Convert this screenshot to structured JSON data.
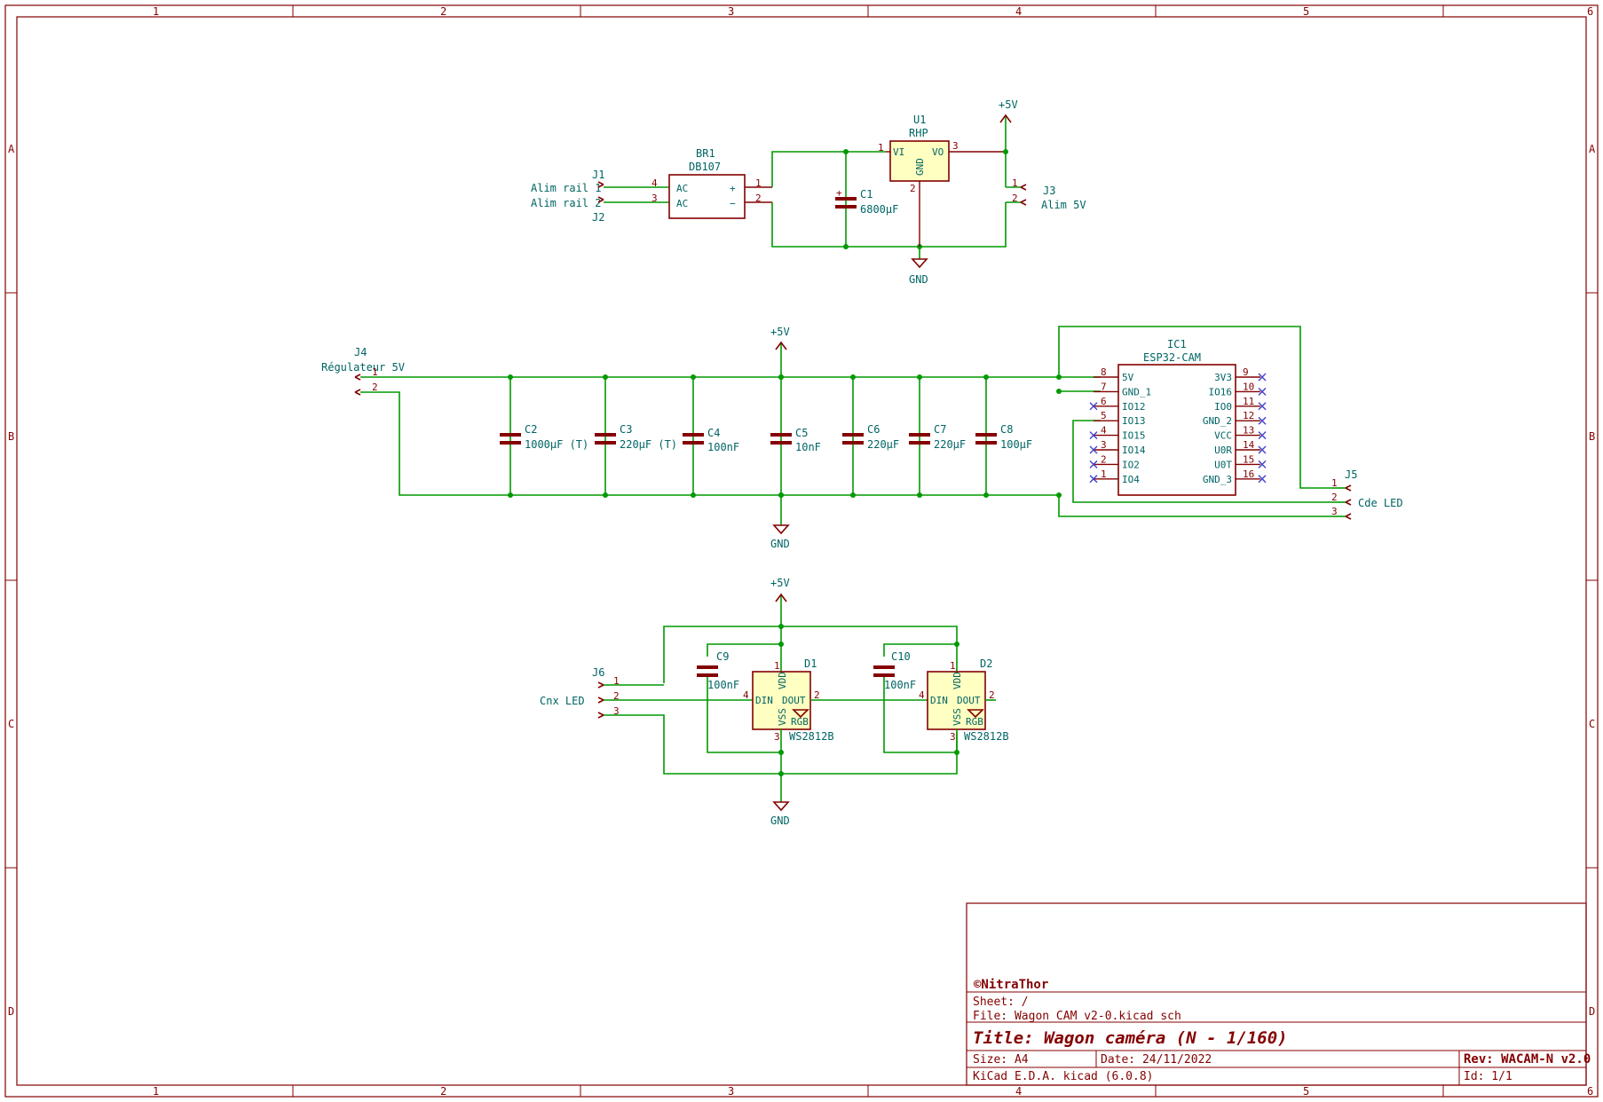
{
  "frame": {
    "columns": [
      "1",
      "2",
      "3",
      "4",
      "5",
      "6"
    ],
    "rows": [
      "A",
      "B",
      "C",
      "D"
    ]
  },
  "power": {
    "p5v": "+5V",
    "gnd": "GND"
  },
  "components": {
    "J1": {
      "ref": "J1",
      "value": "Alim rail 1"
    },
    "J2": {
      "ref": "J2",
      "value": "Alim rail 2"
    },
    "BR1": {
      "ref": "BR1",
      "value": "DB107",
      "pins": {
        "ac": "AC",
        "plus": "+",
        "minus": "−"
      }
    },
    "U1": {
      "ref": "U1",
      "value": "RHP",
      "pins": {
        "vi": "VI",
        "vo": "VO",
        "gnd": "GND"
      }
    },
    "C1": {
      "ref": "C1",
      "value": "6800µF"
    },
    "J3": {
      "ref": "J3",
      "value": "Alim 5V"
    },
    "J4": {
      "ref": "J4",
      "value": "Régulateur 5V"
    },
    "C2": {
      "ref": "C2",
      "value": "1000µF (T)"
    },
    "C3": {
      "ref": "C3",
      "value": "220µF (T)"
    },
    "C4": {
      "ref": "C4",
      "value": "100nF"
    },
    "C5": {
      "ref": "C5",
      "value": "10nF"
    },
    "C6": {
      "ref": "C6",
      "value": "220µF"
    },
    "C7": {
      "ref": "C7",
      "value": "220µF"
    },
    "C8": {
      "ref": "C8",
      "value": "100µF"
    },
    "IC1": {
      "ref": "IC1",
      "value": "ESP32-CAM",
      "left_pins": [
        {
          "num": "8",
          "name": "5V"
        },
        {
          "num": "7",
          "name": "GND_1"
        },
        {
          "num": "6",
          "name": "IO12"
        },
        {
          "num": "5",
          "name": "IO13"
        },
        {
          "num": "4",
          "name": "IO15"
        },
        {
          "num": "3",
          "name": "IO14"
        },
        {
          "num": "2",
          "name": "IO2"
        },
        {
          "num": "1",
          "name": "IO4"
        }
      ],
      "right_pins": [
        {
          "num": "9",
          "name": "3V3"
        },
        {
          "num": "10",
          "name": "IO16"
        },
        {
          "num": "11",
          "name": "IO0"
        },
        {
          "num": "12",
          "name": "GND_2"
        },
        {
          "num": "13",
          "name": "VCC"
        },
        {
          "num": "14",
          "name": "U0R"
        },
        {
          "num": "15",
          "name": "U0T"
        },
        {
          "num": "16",
          "name": "GND_3"
        }
      ]
    },
    "J5": {
      "ref": "J5",
      "value": "Cde LED"
    },
    "J6": {
      "ref": "J6",
      "value": "Cnx LED"
    },
    "C9": {
      "ref": "C9",
      "value": "100nF"
    },
    "C10": {
      "ref": "C10",
      "value": "100nF"
    },
    "D1": {
      "ref": "D1",
      "value": "WS2812B"
    },
    "D2": {
      "ref": "D2",
      "value": "WS2812B"
    },
    "ws": {
      "din": "DIN",
      "dout": "DOUT",
      "vdd": "VDD",
      "vss": "VSS",
      "rgb": "RGB"
    }
  },
  "pin_numbers": {
    "one": "1",
    "two": "2",
    "three": "3",
    "four": "4"
  },
  "title_block": {
    "logo": "©NitraThor",
    "sheet": "Sheet: /",
    "file": "File: Wagon_CAM_v2-0.kicad_sch",
    "title": "Title: Wagon caméra (N - 1/160)",
    "size": "Size: A4",
    "date": "Date: 24/11/2022",
    "tool": "KiCad E.D.A.  kicad (6.0.8)",
    "rev": "Rev: WACAM-N v2.0",
    "id": "Id: 1/1"
  }
}
